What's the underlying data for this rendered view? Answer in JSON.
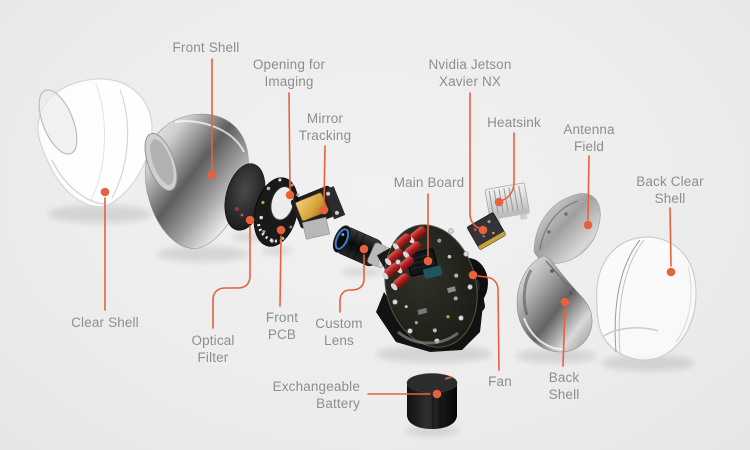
{
  "meta": {
    "description_of_view": "Exploded-view hardware diagram of a spherical camera device",
    "background_color": "#ededed",
    "accent_color": "#e8613c",
    "label_text_color": "#8e8e8e"
  },
  "labels": {
    "front_shell": "Front Shell",
    "opening_for_imaging": "Opening for\nImaging",
    "mirror_tracking": "Mirror\nTracking",
    "nvidia_jetson": "Nvidia Jetson\nXavier NX",
    "heatsink": "Heatsink",
    "antenna_field": "Antenna\nField",
    "back_clear_shell": "Back Clear\nShell",
    "clear_shell": "Clear Shell",
    "optical_filter": "Optical\nFilter",
    "front_pcb": "Front\nPCB",
    "custom_lens": "Custom\nLens",
    "main_board": "Main Board",
    "exchangeable_battery": "Exchangeable\nBattery",
    "fan": "Fan",
    "back_shell": "Back\nShell"
  }
}
